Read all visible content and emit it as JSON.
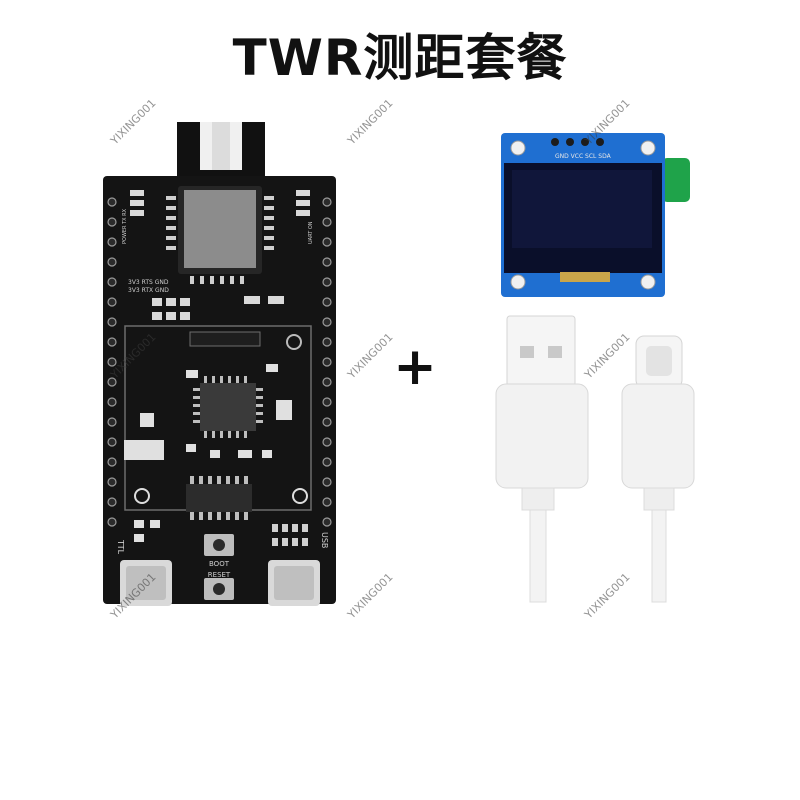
{
  "title": "TWR测距套餐",
  "plus_sign": "+",
  "watermark": "YIXING001",
  "board_labels": {
    "ttl": "TTL",
    "usb": "USB",
    "boot": "BOOT",
    "reset": "RESET",
    "header_row_1": "3V3 RTS GND",
    "header_row_2": "3V3 RTX GND",
    "left_leds": "POWER TX RX",
    "right_leds": "UART ON"
  },
  "oled_pin_labels": "GND VCC SCL SDA",
  "colors": {
    "board": "#141414",
    "oled_pcb": "#1f6fd1",
    "oled_screen": "#0a0f2a",
    "cable": "#f2f2f2",
    "connector_tab": "#1fa34a"
  }
}
